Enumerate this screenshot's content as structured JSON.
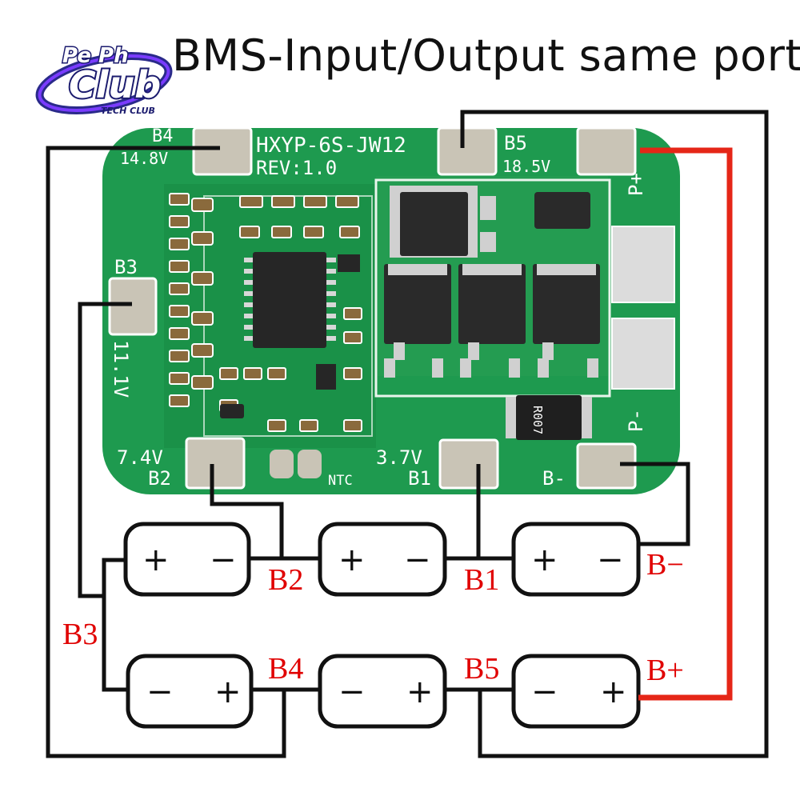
{
  "title": "BMS-Input/Output same port",
  "logo": {
    "text_top": "Pe Ph",
    "text_main": "Club",
    "text_small": "TECH CLUB"
  },
  "colors": {
    "pcb": "#1e9a4f",
    "pcb_dark": "#157a3c",
    "pad": "#c9c4b6",
    "wire": "#111111",
    "wire_positive": "#e52617",
    "label": "#e00000",
    "chip": "#2a2a2a"
  },
  "board": {
    "model": "HXYP-6S-JW12",
    "revision": "REV:1.0",
    "resistor_code": "R007",
    "pads": {
      "b4": "B4",
      "b4_voltage": "14.8V",
      "b5": "B5",
      "b5_voltage": "18.5V",
      "b3": "B3",
      "b3_voltage": "11.1V",
      "b2": "B2",
      "b2_voltage": "7.4V",
      "b1": "B1",
      "b1_voltage": "3.7V",
      "b_minus": "B-",
      "p_plus": "P+",
      "p_minus": "P-",
      "ntc": "NTC"
    }
  },
  "batteries": {
    "plus": "+",
    "minus": "−"
  },
  "wire_labels": {
    "b1": "B1",
    "b2": "B2",
    "b3": "B3",
    "b4": "B4",
    "b5": "B5",
    "b_minus": "B−",
    "b_plus": "B+"
  }
}
